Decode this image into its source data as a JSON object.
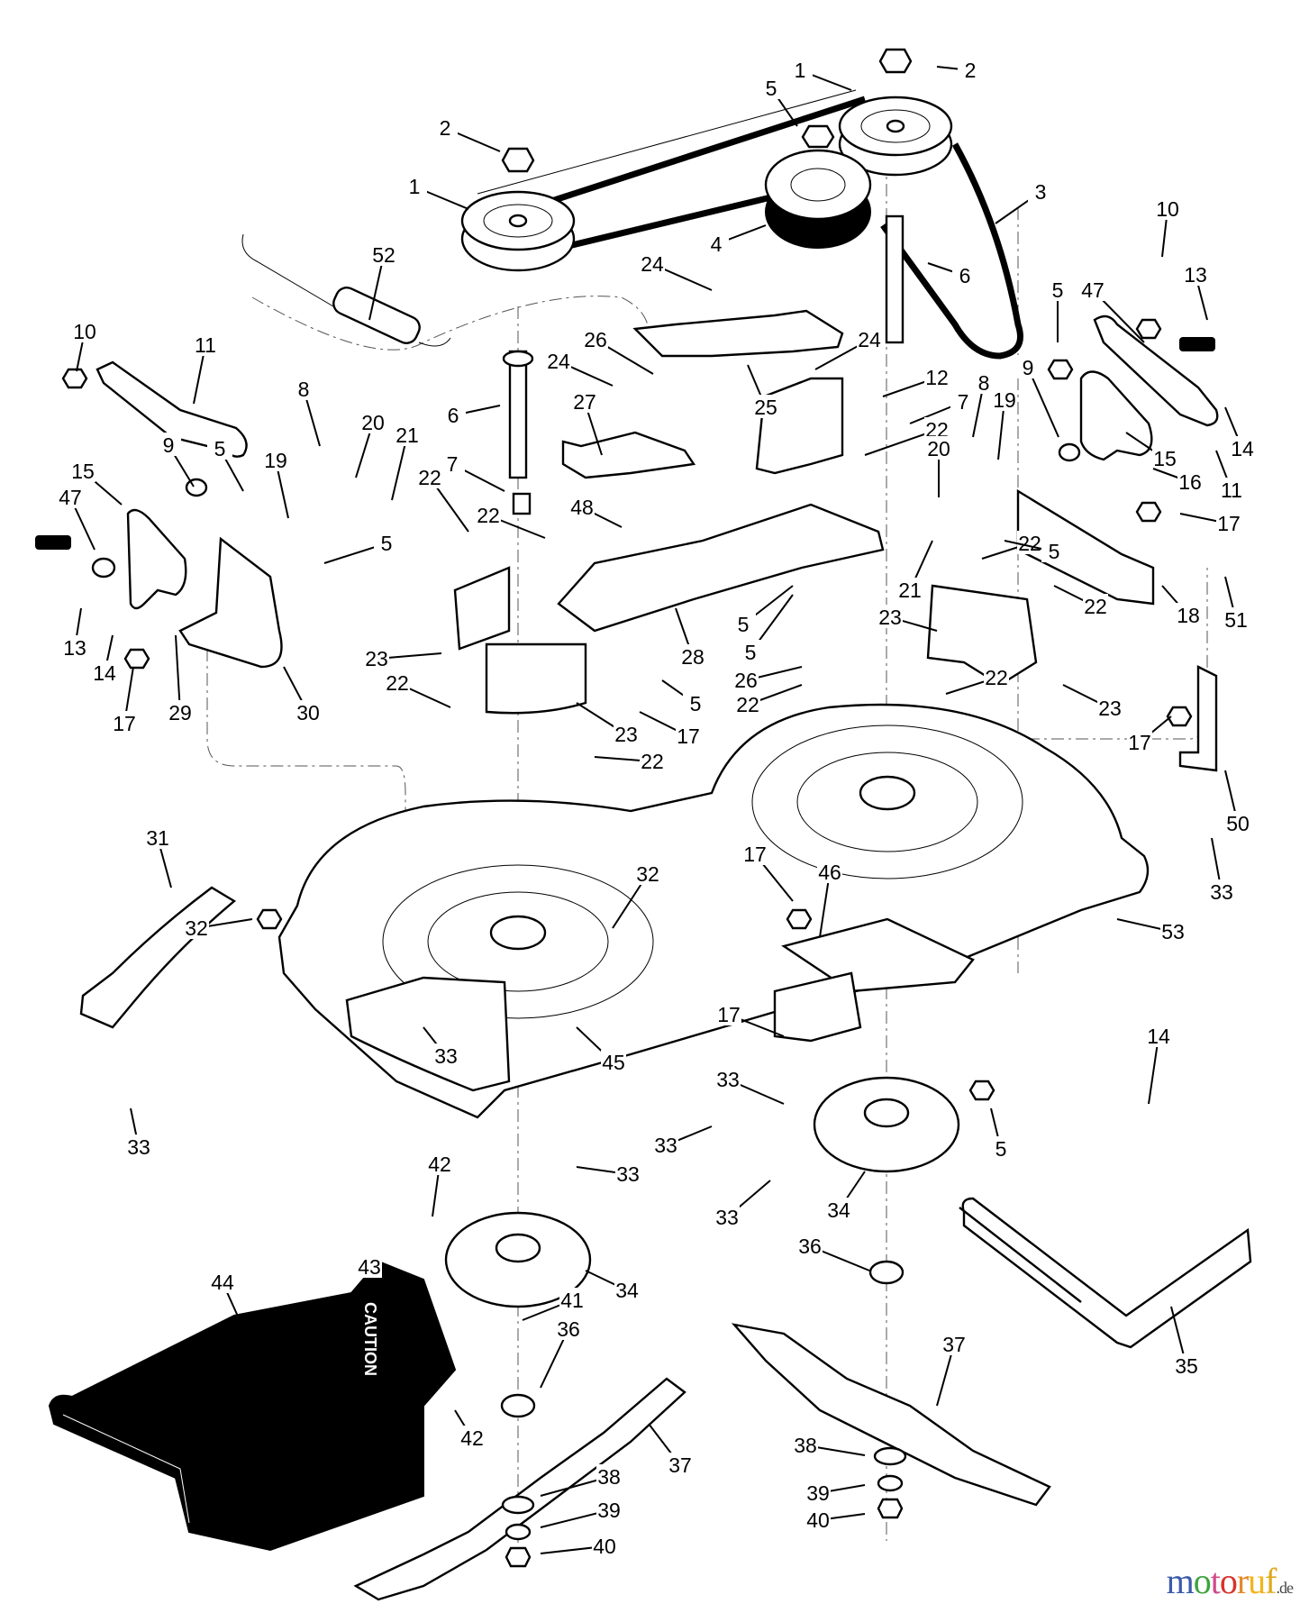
{
  "diagram": {
    "title": "Mower deck exploded parts diagram",
    "caution_text": "CAUTION",
    "watermark": {
      "brand": "motoruf",
      "tld": ".de"
    },
    "callouts": [
      {
        "id": "c1",
        "label": "2"
      },
      {
        "id": "c2",
        "label": "1"
      },
      {
        "id": "c3",
        "label": "5"
      },
      {
        "id": "c4",
        "label": "2"
      },
      {
        "id": "c5",
        "label": "1"
      },
      {
        "id": "c6",
        "label": "3"
      },
      {
        "id": "c7",
        "label": "4"
      },
      {
        "id": "c8",
        "label": "6"
      },
      {
        "id": "c9",
        "label": "10"
      },
      {
        "id": "c10",
        "label": "13"
      },
      {
        "id": "c11",
        "label": "5"
      },
      {
        "id": "c12",
        "label": "47"
      },
      {
        "id": "c13",
        "label": "52"
      },
      {
        "id": "c14",
        "label": "24"
      },
      {
        "id": "c15",
        "label": "10"
      },
      {
        "id": "c16",
        "label": "11"
      },
      {
        "id": "c17",
        "label": "6"
      },
      {
        "id": "c18",
        "label": "26"
      },
      {
        "id": "c19",
        "label": "24"
      },
      {
        "id": "c20",
        "label": "27"
      },
      {
        "id": "c21",
        "label": "25"
      },
      {
        "id": "c22",
        "label": "24"
      },
      {
        "id": "c23",
        "label": "12"
      },
      {
        "id": "c24",
        "label": "7"
      },
      {
        "id": "c25",
        "label": "9"
      },
      {
        "id": "c26",
        "label": "8"
      },
      {
        "id": "c27",
        "label": "19"
      },
      {
        "id": "c28",
        "label": "15"
      },
      {
        "id": "c29",
        "label": "14"
      },
      {
        "id": "c30",
        "label": "16"
      },
      {
        "id": "c31",
        "label": "11"
      },
      {
        "id": "c32",
        "label": "17"
      },
      {
        "id": "c33",
        "label": "8"
      },
      {
        "id": "c34",
        "label": "20"
      },
      {
        "id": "c35",
        "label": "21"
      },
      {
        "id": "c36",
        "label": "9"
      },
      {
        "id": "c37",
        "label": "5"
      },
      {
        "id": "c38",
        "label": "19"
      },
      {
        "id": "c39",
        "label": "15"
      },
      {
        "id": "c40",
        "label": "47"
      },
      {
        "id": "c41",
        "label": "5"
      },
      {
        "id": "c42",
        "label": "7"
      },
      {
        "id": "c43",
        "label": "22"
      },
      {
        "id": "c44",
        "label": "22"
      },
      {
        "id": "c45",
        "label": "48"
      },
      {
        "id": "c46",
        "label": "22"
      },
      {
        "id": "c47",
        "label": "20"
      },
      {
        "id": "c48",
        "label": "21"
      },
      {
        "id": "c49",
        "label": "22"
      },
      {
        "id": "c50",
        "label": "5"
      },
      {
        "id": "c51",
        "label": "22"
      },
      {
        "id": "c52",
        "label": "18"
      },
      {
        "id": "c53",
        "label": "51"
      },
      {
        "id": "c54",
        "label": "23"
      },
      {
        "id": "c55",
        "label": "13"
      },
      {
        "id": "c56",
        "label": "14"
      },
      {
        "id": "c57",
        "label": "17"
      },
      {
        "id": "c58",
        "label": "29"
      },
      {
        "id": "c59",
        "label": "30"
      },
      {
        "id": "c60",
        "label": "28"
      },
      {
        "id": "c61",
        "label": "5"
      },
      {
        "id": "c62",
        "label": "5"
      },
      {
        "id": "c63",
        "label": "26"
      },
      {
        "id": "c64",
        "label": "22"
      },
      {
        "id": "c65",
        "label": "5"
      },
      {
        "id": "c66",
        "label": "17"
      },
      {
        "id": "c67",
        "label": "23"
      },
      {
        "id": "c68",
        "label": "22"
      },
      {
        "id": "c69",
        "label": "22"
      },
      {
        "id": "c70",
        "label": "23"
      },
      {
        "id": "c71",
        "label": "22"
      },
      {
        "id": "c72",
        "label": "23"
      },
      {
        "id": "c73",
        "label": "17"
      },
      {
        "id": "c74",
        "label": "50"
      },
      {
        "id": "c75",
        "label": "33"
      },
      {
        "id": "c76",
        "label": "31"
      },
      {
        "id": "c77",
        "label": "32"
      },
      {
        "id": "c78",
        "label": "32"
      },
      {
        "id": "c79",
        "label": "17"
      },
      {
        "id": "c80",
        "label": "46"
      },
      {
        "id": "c81",
        "label": "53"
      },
      {
        "id": "c82",
        "label": "33"
      },
      {
        "id": "c83",
        "label": "45"
      },
      {
        "id": "c84",
        "label": "17"
      },
      {
        "id": "c85",
        "label": "33"
      },
      {
        "id": "c86",
        "label": "33"
      },
      {
        "id": "c87",
        "label": "33"
      },
      {
        "id": "c88",
        "label": "33"
      },
      {
        "id": "c89",
        "label": "5"
      },
      {
        "id": "c90",
        "label": "14"
      },
      {
        "id": "c91",
        "label": "33"
      },
      {
        "id": "c92",
        "label": "42"
      },
      {
        "id": "c93",
        "label": "34"
      },
      {
        "id": "c94",
        "label": "43"
      },
      {
        "id": "c95",
        "label": "44"
      },
      {
        "id": "c96",
        "label": "41"
      },
      {
        "id": "c97",
        "label": "36"
      },
      {
        "id": "c98",
        "label": "34"
      },
      {
        "id": "c99",
        "label": "36"
      },
      {
        "id": "c100",
        "label": "35"
      },
      {
        "id": "c101",
        "label": "37"
      },
      {
        "id": "c102",
        "label": "37"
      },
      {
        "id": "c103",
        "label": "42"
      },
      {
        "id": "c104",
        "label": "38"
      },
      {
        "id": "c105",
        "label": "39"
      },
      {
        "id": "c106",
        "label": "40"
      },
      {
        "id": "c107",
        "label": "38"
      },
      {
        "id": "c108",
        "label": "39"
      },
      {
        "id": "c109",
        "label": "40"
      }
    ]
  }
}
